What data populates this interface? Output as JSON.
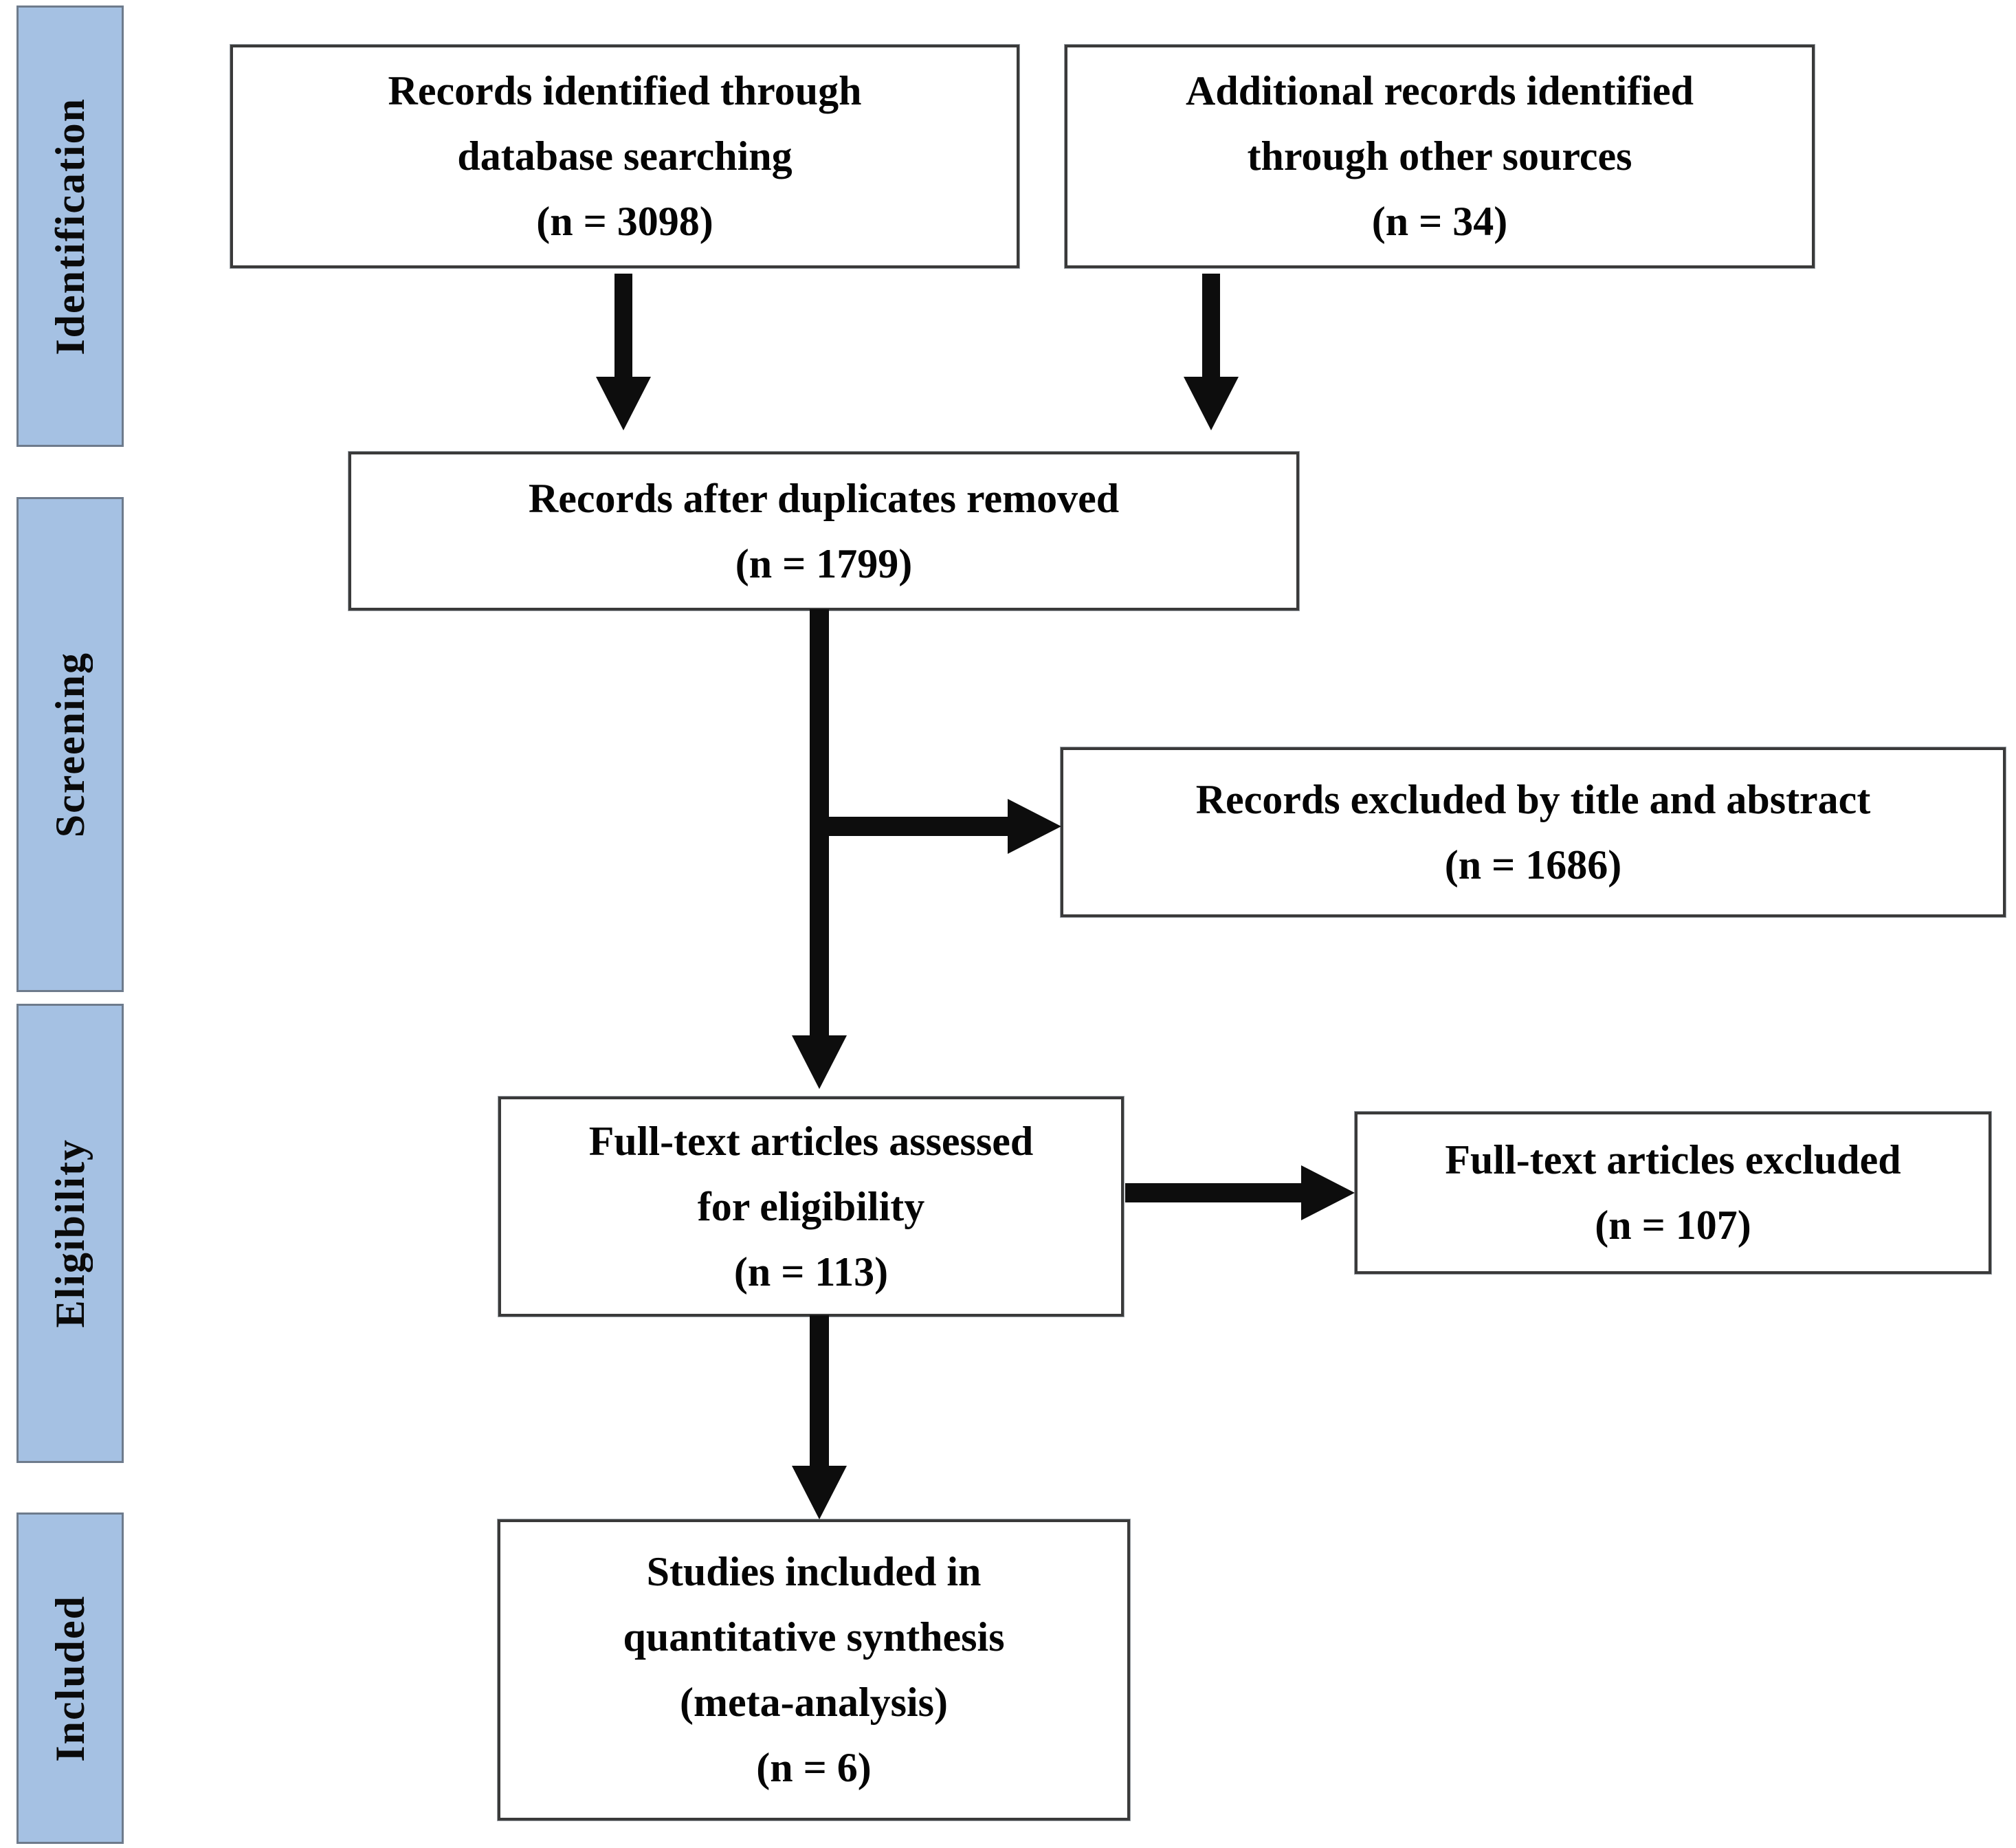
{
  "stages": [
    {
      "label": "Identification"
    },
    {
      "label": "Screening"
    },
    {
      "label": "Eligibility"
    },
    {
      "label": "Included"
    }
  ],
  "boxes": {
    "identified": {
      "lines": [
        "Records identified through",
        "database searching",
        "(n = 3098)"
      ]
    },
    "additional": {
      "lines": [
        "Additional records identified",
        "through other sources",
        "(n = 34)"
      ]
    },
    "deduplicated": {
      "lines": [
        "Records after duplicates removed",
        "(n = 1799)"
      ]
    },
    "excluded_title_abstract": {
      "lines": [
        "Records excluded by title and abstract",
        "(n = 1686)"
      ]
    },
    "fulltext_assessed": {
      "lines": [
        "Full-text articles assessed",
        "for eligibility",
        "(n = 113)"
      ]
    },
    "fulltext_excluded": {
      "lines": [
        "Full-text articles excluded",
        "(n = 107)"
      ]
    },
    "included_quantitative": {
      "lines": [
        "Studies included in",
        "quantitative synthesis",
        "(meta-analysis)",
        "(n = 6)"
      ]
    }
  },
  "colors": {
    "stage_fill": "#a5c1e3",
    "stage_border": "#6e7b8c",
    "box_border": "#3a3a3a",
    "arrow": "#0d0d0d",
    "background": "#ffffff"
  }
}
